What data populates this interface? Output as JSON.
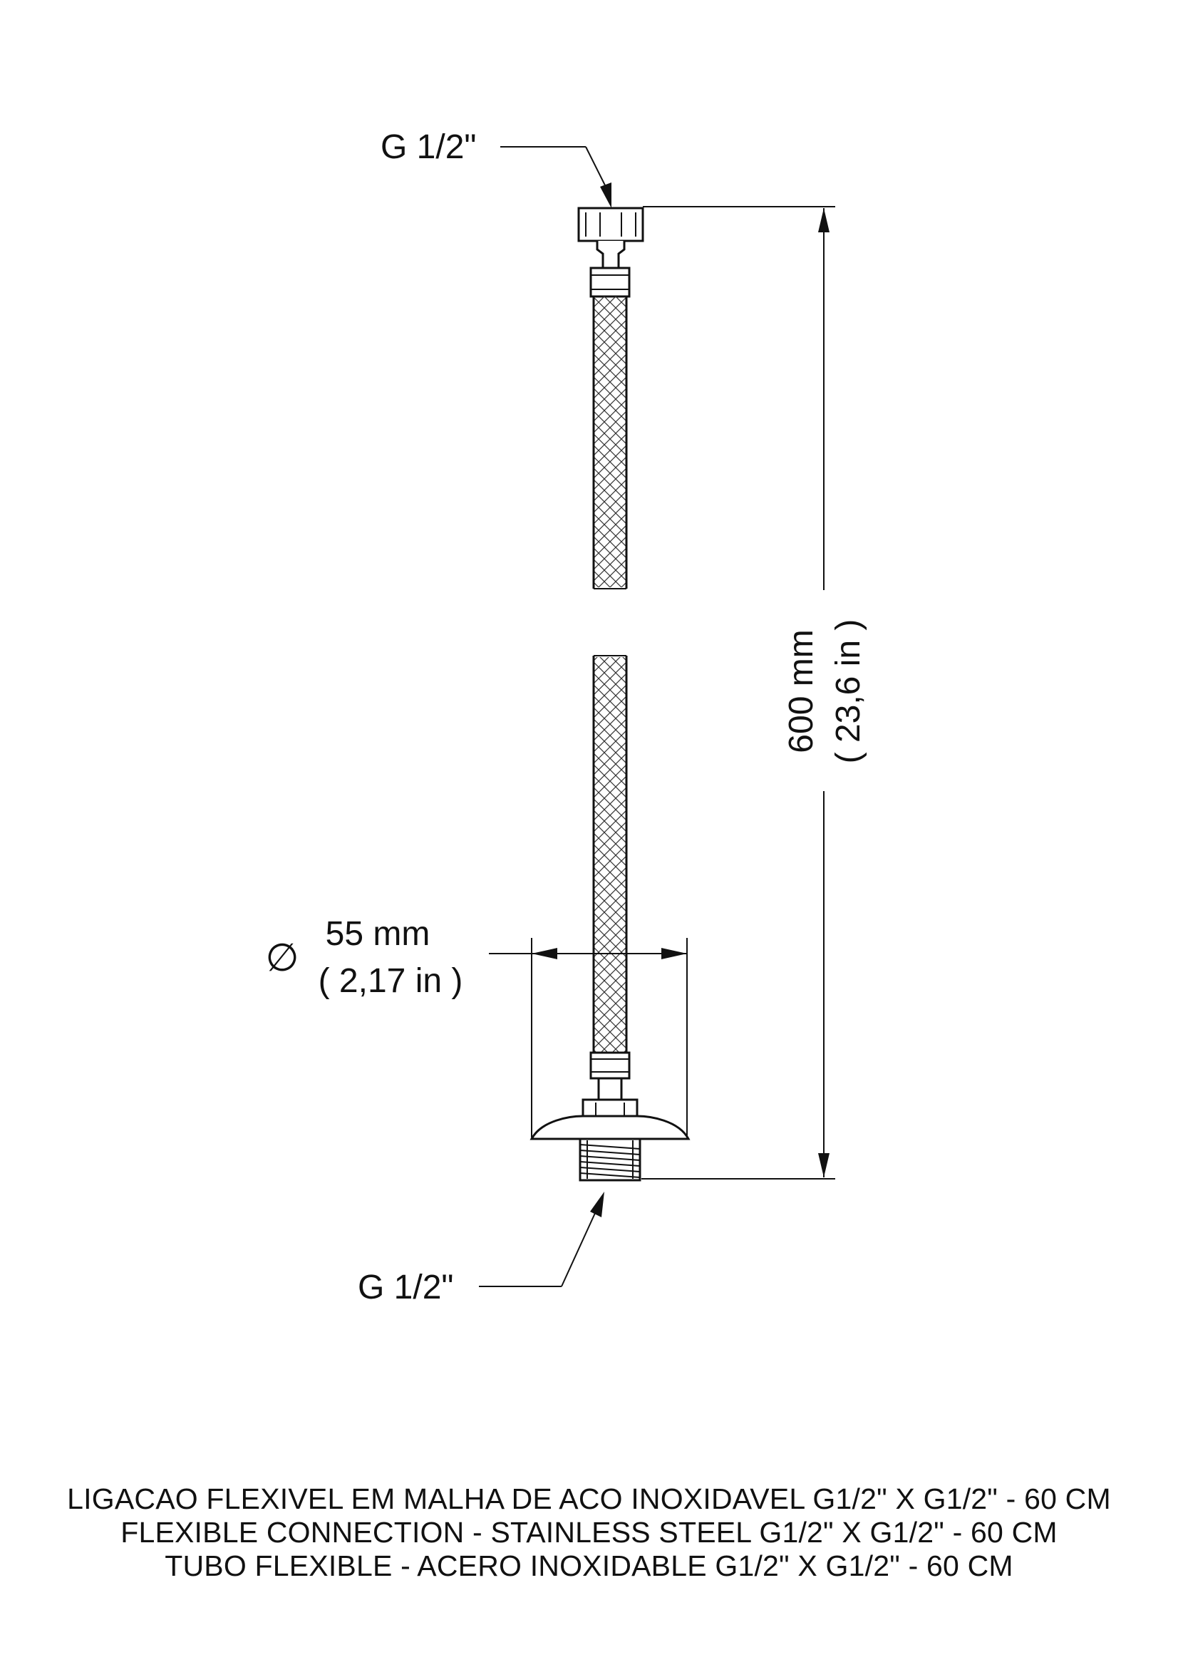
{
  "labels": {
    "top_thread": "G 1/2\"",
    "bottom_thread": "G 1/2\"",
    "length_mm": "600 mm",
    "length_in": "( 23,6 in )",
    "diameter_symbol": "∅",
    "diameter_mm": "55 mm",
    "diameter_in": "( 2,17 in )"
  },
  "caption": {
    "pt": "LIGACAO FLEXIVEL EM MALHA DE ACO INOXIDAVEL G1/2\" X G1/2\" - 60 CM",
    "en": "FLEXIBLE CONNECTION - STAINLESS STEEL G1/2\" X G1/2\" - 60 CM",
    "es": "TUBO FLEXIBLE - ACERO INOXIDABLE G1/2\" X G1/2\" - 60 CM"
  }
}
